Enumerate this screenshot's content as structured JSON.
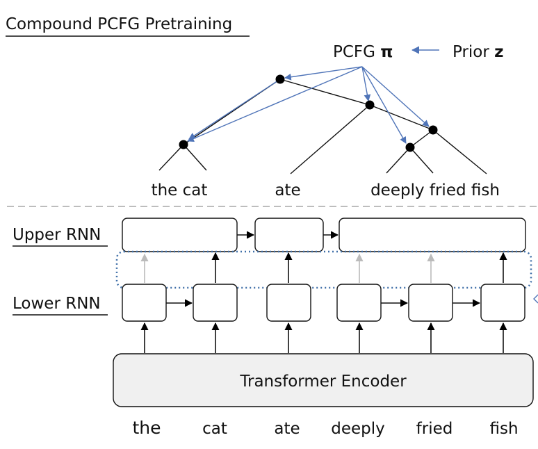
{
  "section_title": "Compound PCFG Pretraining",
  "pcfg_label": "PCFG",
  "pcfg_symbol": "π",
  "prior_label": "Prior",
  "prior_symbol": "z",
  "phrases": [
    "the cat",
    "ate",
    "deeply fried fish"
  ],
  "upper_rnn_label": "Upper RNN",
  "lower_rnn_label": "Lower RNN",
  "encoder_label": "Transformer Encoder",
  "tokens": [
    "the",
    "cat",
    "ate",
    "deeply",
    "fried",
    "fish"
  ],
  "colors": {
    "blue_arrow": "#4f74b8",
    "dotted_box": "#3f6fa8",
    "divider": "#bdbdbd",
    "faded_arrow": "#bbbbbb",
    "encoder_fill": "#f0f0f0"
  }
}
